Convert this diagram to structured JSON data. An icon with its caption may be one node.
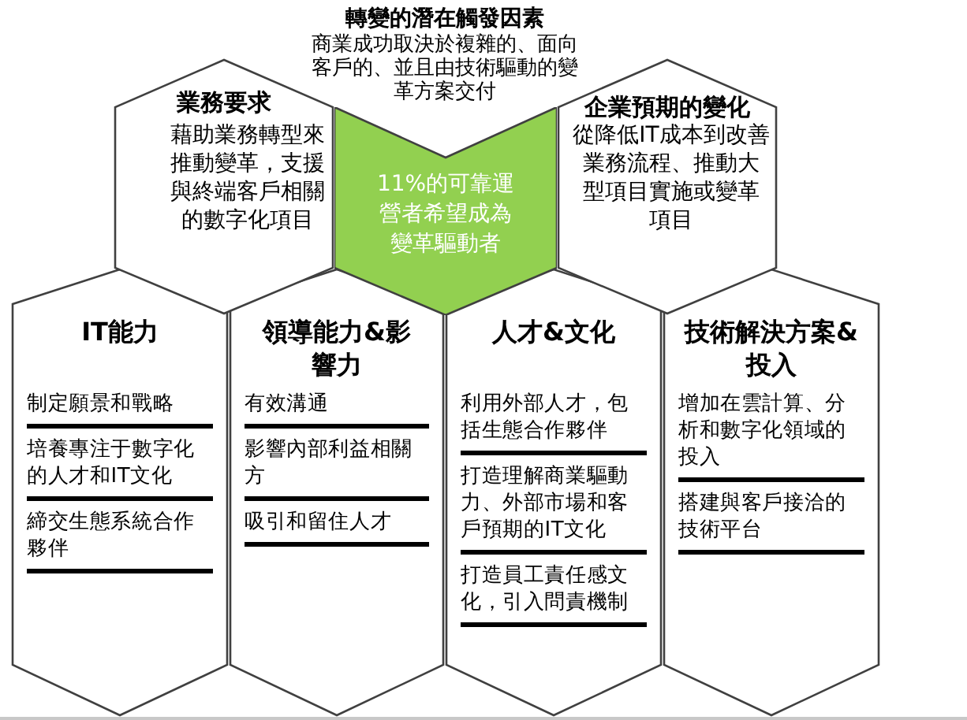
{
  "diagram": {
    "title": "轉變的潛在觸發因素",
    "nodes": [
      {
        "text": [
          "業務要求",
          "藉助業務轉型來推動變革，支援與終端客戶相關的數字化項目"
        ]
      },
      {
        "text": [
          "11%的可靠運營者希望成為變革驅動者"
        ]
      },
      {
        "text": [
          "企業預期的變化",
          "從降低IT成本到改善業務流程、推動大型項目實施或變革項目"
        ]
      },
      {
        "text": [
          "IT能力",
          "制定願景和戰略",
          "培養專注于數字化的人才和IT文化",
          "締交生態系統合作夥伴"
        ]
      },
      {
        "text": [
          "領導能力&影響力",
          "有效溝通",
          "影響內部利益相關方",
          "吸引和留住人才"
        ]
      },
      {
        "text": [
          "人才&文化",
          "利用外部人才，包括生態合作夥伴",
          "打造理解商業驅動力、外部市場和客戶預期的IT文化",
          "打造員工責任感文化，引入問責機制"
        ]
      },
      {
        "text": [
          "技術解決方案&投入",
          "增加在雲計算、分析和數字化領域的投入",
          "搭建與客戶接洽的技術平台"
        ]
      }
    ],
    "labels": [
      "商業成功取決於複雜的、面向客戶的、並且由技術驅動的變革方案交付"
    ]
  }
}
